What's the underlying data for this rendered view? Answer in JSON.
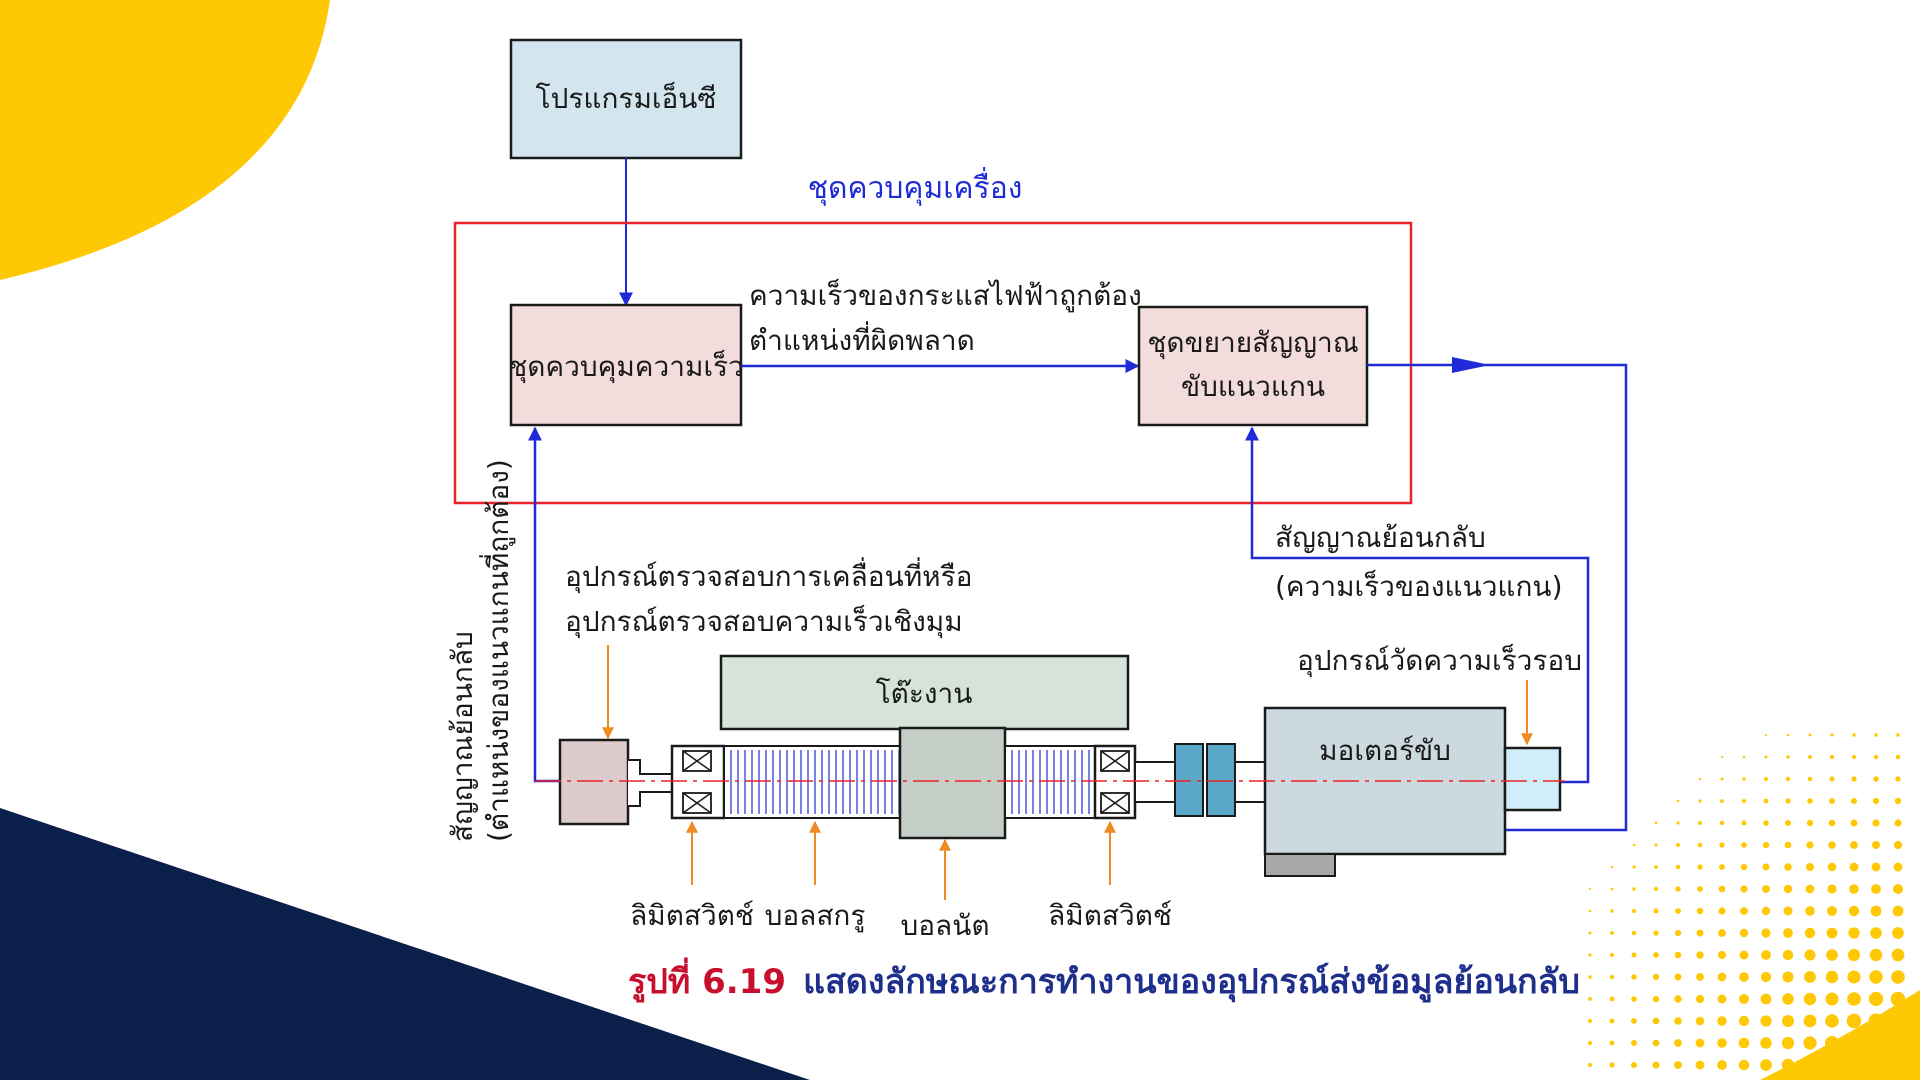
{
  "colors": {
    "accent_yellow": "#ffc805",
    "navy": "#0b1f4b",
    "signal_blue": "#1f2bd6",
    "frame_red": "#e8232a",
    "arrow_orange": "#f08a24",
    "caption_red": "#c8102e",
    "caption_navy": "#1f2f8c"
  },
  "diagram": {
    "nc_program": "โปรแกรมเอ็นซี",
    "machine_control": "ชุดควบคุมเครื่อง",
    "speed_controller": "ชุดควบคุมความเร็ว",
    "signal_line1": "ความเร็วของกระแสไฟฟ้าถูกต้อง",
    "signal_line2": "ตำแหน่งที่ผิดพลาด",
    "amplifier_line1": "ชุดขยายสัญญาณ",
    "amplifier_line2": "ขับแนวแกน",
    "feedback_speed_line1": "สัญญาณย้อนกลับ",
    "feedback_speed_line2": "(ความเร็วของแนวแกน)",
    "feedback_pos_line1": "สัญญาณย้อนกลับ",
    "feedback_pos_line2": "(ตำแหน่งของแนวแกนที่ถูกต้อง)",
    "encoder_line1": "อุปกรณ์ตรวจสอบการเคลื่อนที่หรือ",
    "encoder_line2": "อุปกรณ์ตรวจสอบความเร็วเชิงมุม",
    "table": "โต๊ะงาน",
    "tachometer": "อุปกรณ์วัดความเร็วรอบ",
    "motor": "มอเตอร์ขับ",
    "limit_switch_left": "ลิมิตสวิตช์",
    "ball_screw": "บอลสกรู",
    "ball_nut": "บอลนัต",
    "limit_switch_right": "ลิมิตสวิตช์"
  },
  "caption": {
    "number": "รูปที่ 6.19",
    "text": "แสดงลักษณะการทำงานของอุปกรณ์ส่งข้อมูลย้อนกลับ"
  }
}
